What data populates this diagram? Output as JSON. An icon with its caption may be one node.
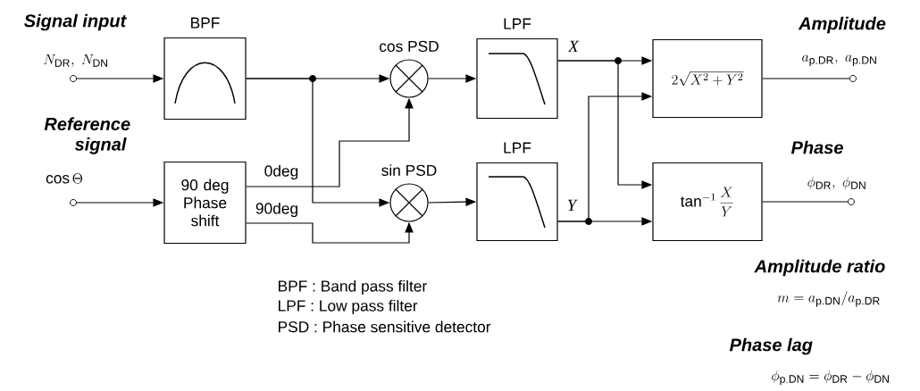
{
  "diagram": {
    "nodes": [
      {
        "text": [],
        "shape": "circle",
        "beside": [
          "Signal input",
          "N_{\\mathrm{DR}},\\ N_{\\mathrm{DN}}"
        ]
      },
      {
        "text": [],
        "shape": "circle",
        "beside": [
          "Reference signal",
          "\\cos\\Theta"
        ]
      },
      {
        "text": [
          "BPF"
        ]
      },
      {
        "text": [
          "90 deg Phase shift"
        ]
      },
      {
        "text": [
          "cos PSD"
        ]
      },
      {
        "text": [
          "sin PSD"
        ]
      },
      {
        "text": [
          "LPF"
        ]
      },
      {
        "text": [
          "LPF"
        ]
      },
      {
        "text": [
          "2\\sqrt{X^{2}+Y^{2}}"
        ]
      },
      {
        "text": [
          "\\tan^{-1}\\frac{X}{Y}"
        ]
      },
      {
        "text": [],
        "shape": "circle",
        "beside": [
          "Amplitude",
          "a_{\\mathrm{p.DR}},\\ a_{\\mathrm{p.DN}}"
        ]
      },
      {
        "text": [],
        "shape": "circle",
        "beside": [
          "Phase",
          "\\phi_{\\mathrm{DR}},\\ \\phi_{\\mathrm{DN}}"
        ]
      }
    ],
    "edges": [
      {
        "from": 0,
        "to": 2,
        "arrow": "to"
      },
      {
        "from": 1,
        "to": 3,
        "arrow": "to"
      },
      {
        "from": 2,
        "to": 4,
        "arrow": "to"
      },
      {
        "from": 2,
        "to": 5,
        "arrow": "to"
      },
      {
        "from": 3,
        "to": 4,
        "arrow": "to",
        "label": "0deg"
      },
      {
        "from": 3,
        "to": 5,
        "arrow": "to",
        "label": "90deg"
      },
      {
        "from": 4,
        "to": 6,
        "arrow": "to"
      },
      {
        "from": 5,
        "to": 7,
        "arrow": "to"
      },
      {
        "from": 6,
        "to": 8,
        "arrow": "to",
        "label": "X"
      },
      {
        "from": 6,
        "to": 9,
        "arrow": "to"
      },
      {
        "from": 7,
        "to": 9,
        "arrow": "to",
        "label": "Y"
      },
      {
        "from": 7,
        "to": 8,
        "arrow": "to"
      },
      {
        "from": 8,
        "to": 10,
        "arrow": "none"
      },
      {
        "from": 9,
        "to": 11,
        "arrow": "none"
      }
    ],
    "labels": [
      "BPF : Band pass filter",
      "LPF : Low pass filter",
      "PSD : Phase sensitive detector",
      "Amplitude ratio",
      "m = a_{\\mathrm{p.DN}}/a_{\\mathrm{p.DR}}",
      "Phase lag",
      "\\phi_{\\mathrm{p.DN}} = \\phi_{\\mathrm{DR}} - \\phi_{\\mathrm{DN}}"
    ]
  }
}
